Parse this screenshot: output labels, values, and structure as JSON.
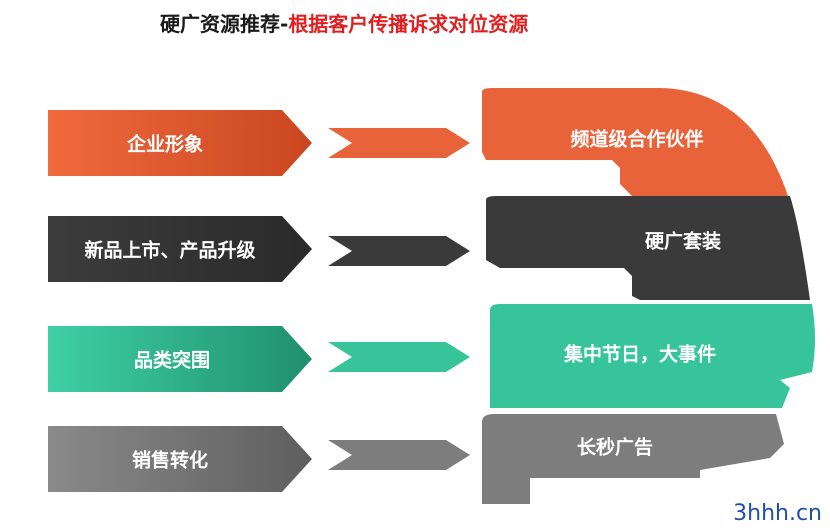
{
  "title": {
    "prefix": "硬广资源推荐-",
    "highlight": "根据客户传播诉求对位资源"
  },
  "colors": {
    "title_black": "#1a1a1a",
    "title_red": "#e02020",
    "orange": "#e8623a",
    "dark": "#3a3a3a",
    "green": "#37c49b",
    "gray": "#7d7d7d"
  },
  "rows": [
    {
      "need": "企业形象",
      "resource": "频道级合作伙伴",
      "color": "orange"
    },
    {
      "need": "新品上市、产品升级",
      "resource": "硬广套装",
      "color": "dark"
    },
    {
      "need": "品类突围",
      "resource": "集中节日，大事件",
      "color": "green"
    },
    {
      "need": "销售转化",
      "resource": "长秒广告",
      "color": "gray"
    }
  ],
  "watermark": "3hhh.cn"
}
